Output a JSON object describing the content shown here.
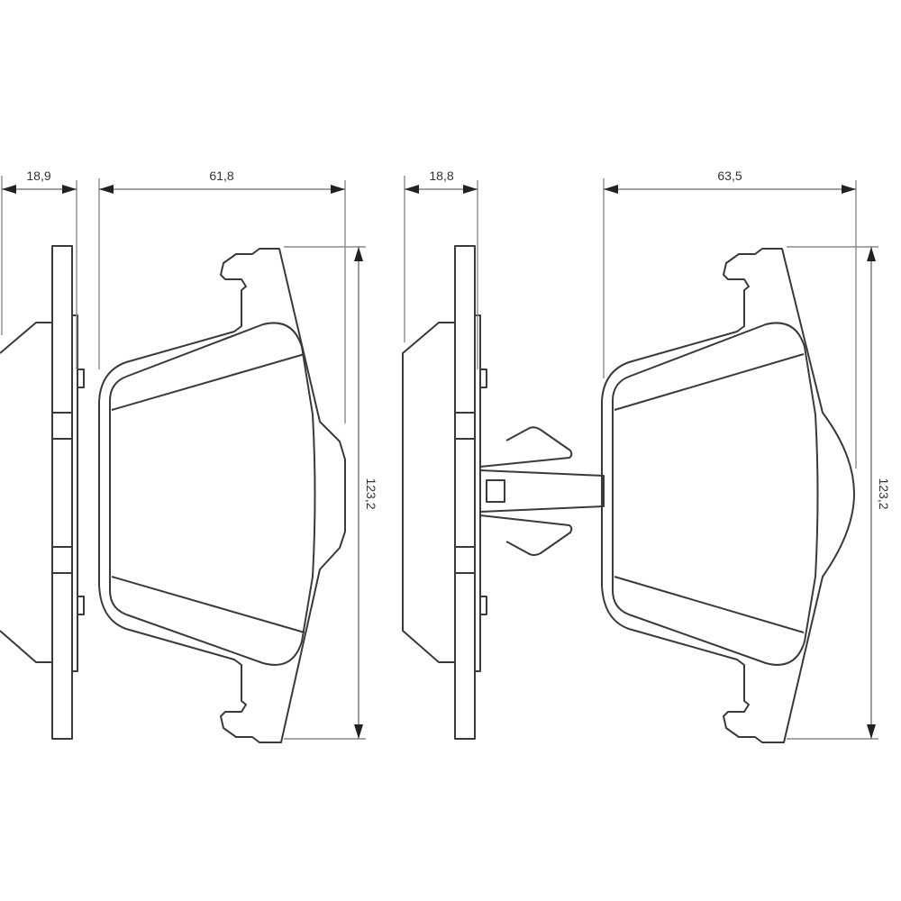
{
  "drawing": {
    "left_pad": {
      "thickness_label": "18,9",
      "width_label": "61,8",
      "height_label": "123,2"
    },
    "right_pad": {
      "thickness_label": "18,8",
      "width_label": "63,5",
      "height_label": "123,2"
    }
  }
}
